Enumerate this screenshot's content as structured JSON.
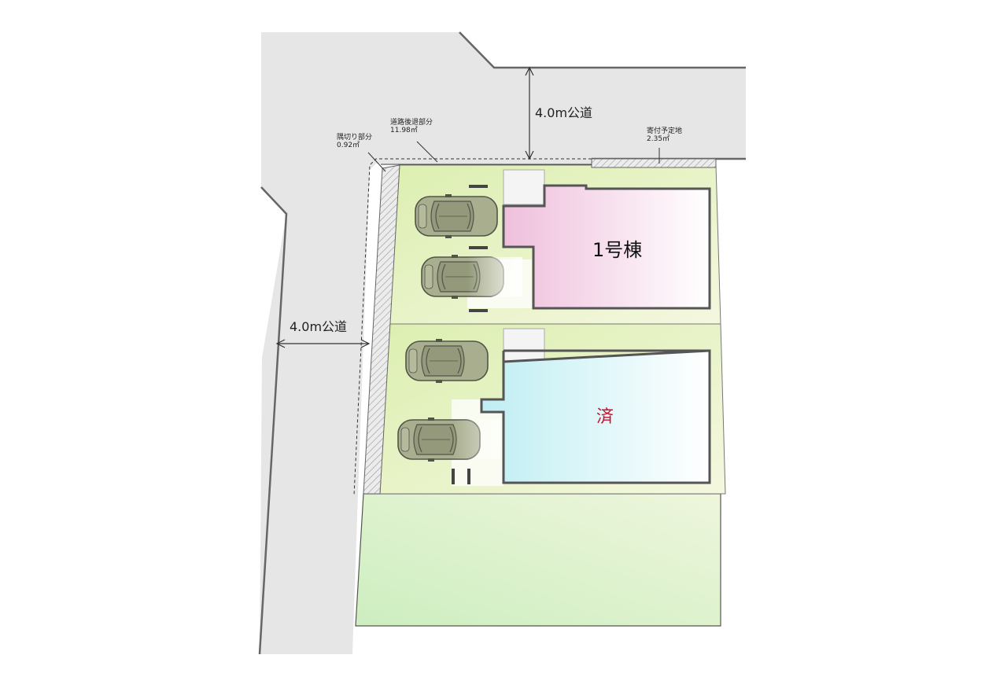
{
  "roads": {
    "north": "4.0m公道",
    "west": "4.0m公道"
  },
  "annotations": {
    "corner_cut": {
      "name": "隅切り部分",
      "area": "0.92㎡"
    },
    "setback": {
      "name": "道路後退部分",
      "area": "11.98㎡"
    },
    "donation": {
      "name": "寄付予定地",
      "area": "2.35㎡"
    }
  },
  "lots": [
    {
      "label": "1号棟",
      "status": ""
    },
    {
      "label": "",
      "status": "済"
    }
  ],
  "colors": {
    "road": "#e5e5e5",
    "lot": "#e6f3c7",
    "house1": "#f0c4df",
    "house2": "#c7eef3",
    "sold_text": "#c8102e",
    "outline": "#555555"
  }
}
